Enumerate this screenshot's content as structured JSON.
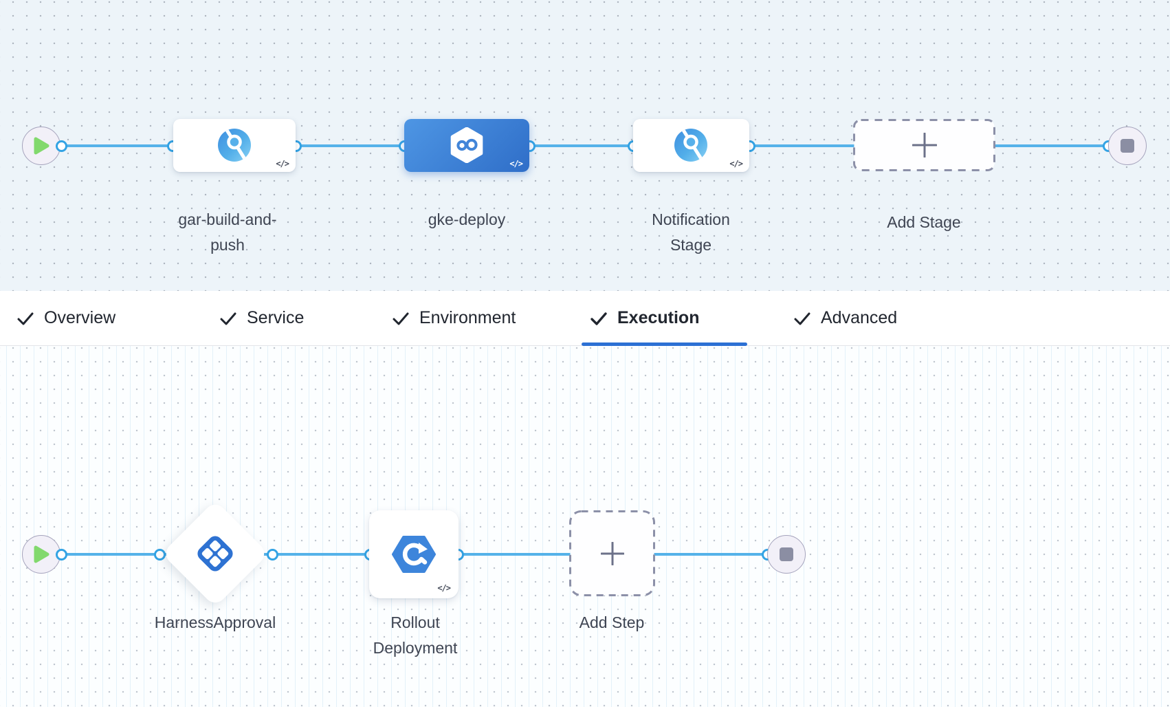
{
  "tabs": [
    {
      "label": "Overview",
      "checked": true,
      "active": false
    },
    {
      "label": "Service",
      "checked": true,
      "active": false
    },
    {
      "label": "Environment",
      "checked": true,
      "active": false
    },
    {
      "label": "Execution",
      "checked": true,
      "active": true
    },
    {
      "label": "Advanced",
      "checked": true,
      "active": false
    }
  ],
  "stage_pipeline": {
    "stages": [
      {
        "label": "gar-build-and-push",
        "icon": "custom-stage-icon",
        "yaml_toggle": "</>",
        "selected": false
      },
      {
        "label": "gke-deploy",
        "icon": "cd-stage-icon",
        "yaml_toggle": "</>",
        "selected": true
      },
      {
        "label": "Notification Stage",
        "icon": "custom-stage-icon",
        "yaml_toggle": "</>",
        "selected": false
      }
    ],
    "add_stage_label": "Add Stage"
  },
  "execution_steps": {
    "steps": [
      {
        "label": "HarnessApproval",
        "icon": "harness-approval-icon"
      },
      {
        "label": "Rollout Deployment",
        "icon": "gke-rollout-icon",
        "yaml_toggle": "</>"
      }
    ],
    "add_step_label": "Add Step"
  },
  "colors": {
    "connector": "#55B2E9",
    "port_ring": "#33A3E4",
    "selected_stage_gradient_start": "#4E96E4",
    "selected_stage_gradient_end": "#2F6EC8",
    "tab_underline": "#2C70D4",
    "play_triangle": "#82D96D",
    "stop_square": "#8B8EA3",
    "canvas_top_bg": "#EDF4F9",
    "canvas_bottom_bg": "#FCFEFF"
  }
}
